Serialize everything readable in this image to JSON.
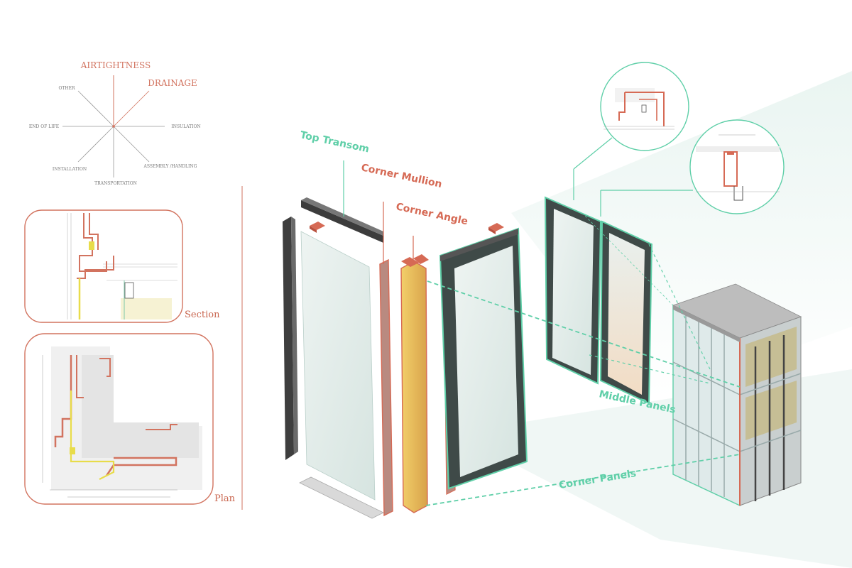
{
  "colors": {
    "accent_red": "#d2735f",
    "accent_green": "#5fcfa8",
    "frame_dark": "#4a4a4a",
    "glass": "#e3ecea",
    "corner_yellow": "#e8b84a"
  },
  "radar": {
    "primary_criteria": [
      "AIRTIGHTNESS",
      "DRAINAGE"
    ],
    "other_criteria": [
      "OTHER",
      "INSULATION",
      "ASSEMBLY /HANDLING",
      "TRANSPORTATION",
      "INSTALLATION",
      "END OF LIFE"
    ]
  },
  "details": {
    "section_label": "Section",
    "plan_label": "Plan"
  },
  "components": {
    "top_transom": "Top Transom",
    "corner_mullion": "Corner Mullion",
    "corner_angle": "Corner Angle",
    "middle_panels": "Middle Panels",
    "corner_panels": "Corner Panels"
  }
}
